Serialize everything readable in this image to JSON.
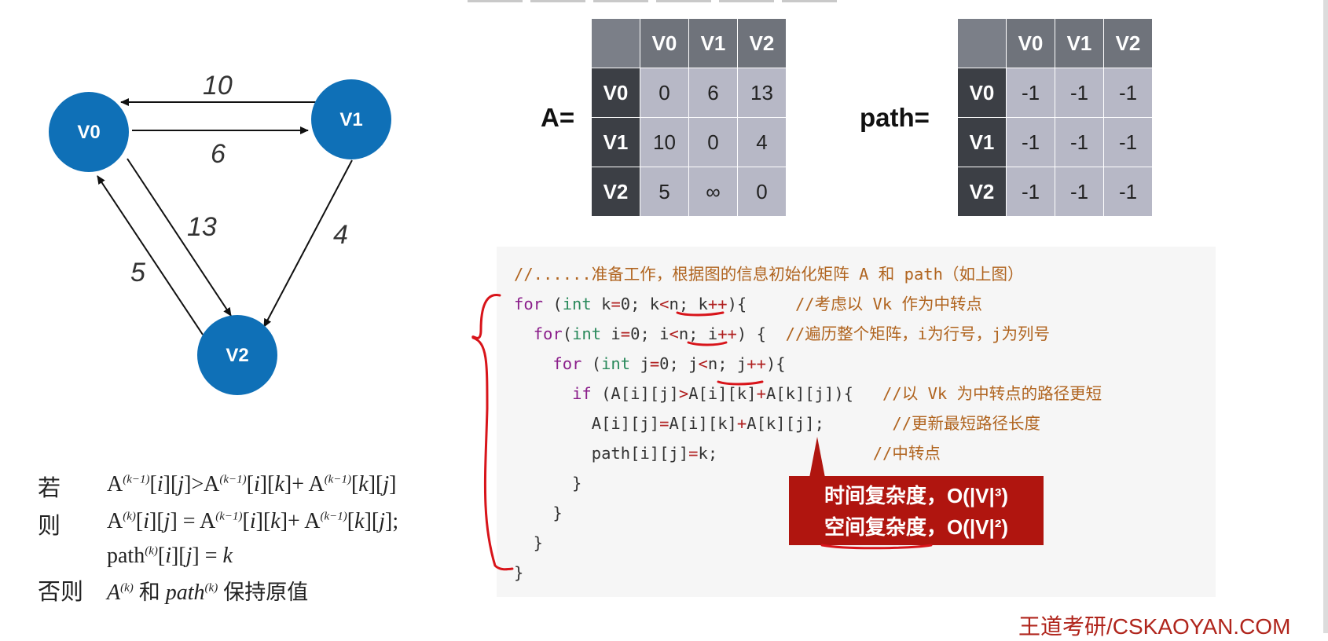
{
  "graph": {
    "nodes": [
      "V0",
      "V1",
      "V2"
    ],
    "edges": [
      {
        "from": "V1",
        "to": "V0",
        "weight": "10"
      },
      {
        "from": "V0",
        "to": "V1",
        "weight": "6"
      },
      {
        "from": "V0",
        "to": "V2",
        "weight": "13"
      },
      {
        "from": "V1",
        "to": "V2",
        "weight": "4"
      },
      {
        "from": "V2",
        "to": "V0",
        "weight": "5"
      }
    ]
  },
  "matrix_a": {
    "label": "A=",
    "cols": [
      "V0",
      "V1",
      "V2"
    ],
    "rows": [
      {
        "head": "V0",
        "cells": [
          "0",
          "6",
          "13"
        ]
      },
      {
        "head": "V1",
        "cells": [
          "10",
          "0",
          "4"
        ]
      },
      {
        "head": "V2",
        "cells": [
          "5",
          "∞",
          "0"
        ]
      }
    ]
  },
  "matrix_path": {
    "label": "path=",
    "cols": [
      "V0",
      "V1",
      "V2"
    ],
    "rows": [
      {
        "head": "V0",
        "cells": [
          "-1",
          "-1",
          "-1"
        ]
      },
      {
        "head": "V1",
        "cells": [
          "-1",
          "-1",
          "-1"
        ]
      },
      {
        "head": "V2",
        "cells": [
          "-1",
          "-1",
          "-1"
        ]
      }
    ]
  },
  "code": {
    "line1_comment": "//......准备工作，根据图的信息初始化矩阵 A 和 path（如上图）",
    "line2_comment": "//考虑以 Vk 作为中转点",
    "line3_comment": "//遍历整个矩阵，i为行号，j为列号",
    "line5_comment": "//以 Vk 为中转点的路径更短",
    "line6_comment": "//更新最短路径长度",
    "line7_comment": "//中转点"
  },
  "formula": {
    "if_key": "若",
    "then_key": "则",
    "else_key": "否则",
    "else_text": "保持原值",
    "else_and": "和"
  },
  "callout": {
    "time": "时间复杂度，O(|V|³)",
    "space": "空间复杂度，O(|V|²)"
  },
  "watermark": "王道考研/CSKAOYAN.COM"
}
